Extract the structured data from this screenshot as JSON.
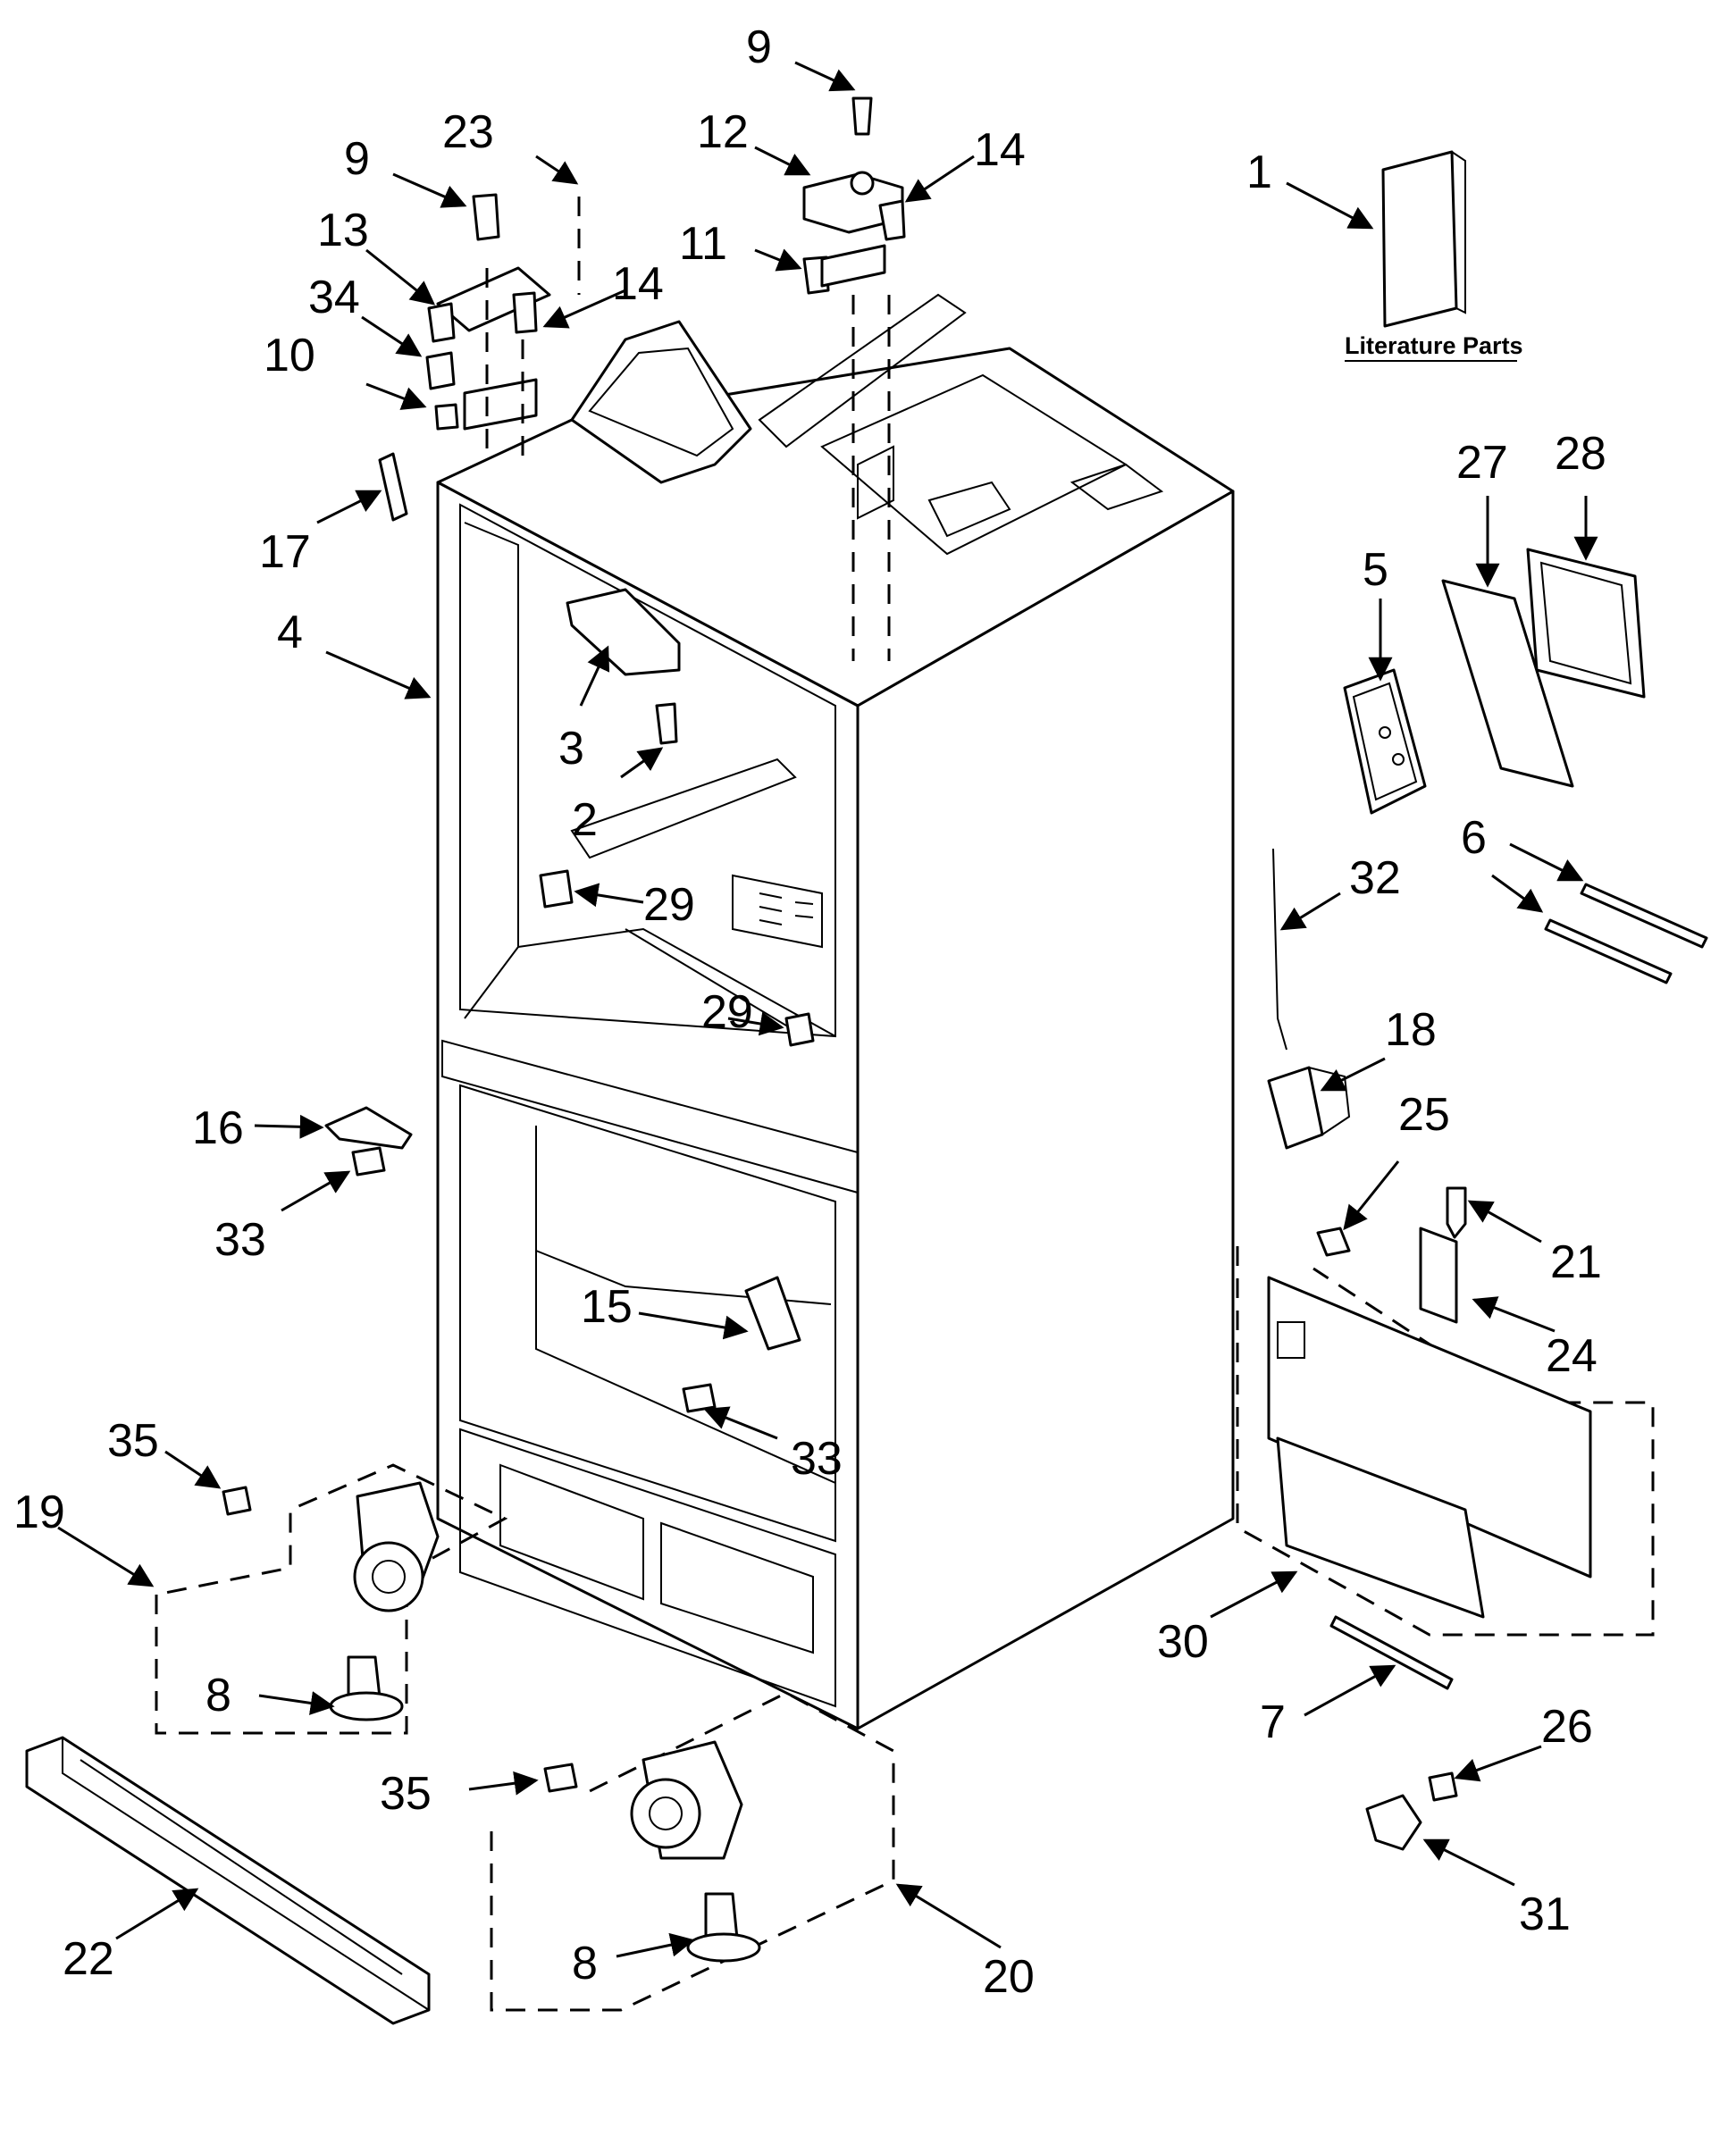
{
  "literature_caption": "Literature Parts",
  "callouts": {
    "c1": "1",
    "c2": "2",
    "c3": "3",
    "c4": "4",
    "c5": "5",
    "c6": "6",
    "c7": "7",
    "c8a": "8",
    "c8b": "8",
    "c9a": "9",
    "c9b": "9",
    "c10": "10",
    "c11": "11",
    "c12": "12",
    "c13": "13",
    "c14a": "14",
    "c14b": "14",
    "c15": "15",
    "c16": "16",
    "c17": "17",
    "c18": "18",
    "c19": "19",
    "c20": "20",
    "c21": "21",
    "c22": "22",
    "c23": "23",
    "c24": "24",
    "c25": "25",
    "c26": "26",
    "c27": "27",
    "c28": "28",
    "c29a": "29",
    "c29b": "29",
    "c30": "30",
    "c31": "31",
    "c32": "32",
    "c33a": "33",
    "c33b": "33",
    "c34": "34",
    "c35a": "35",
    "c35b": "35"
  }
}
